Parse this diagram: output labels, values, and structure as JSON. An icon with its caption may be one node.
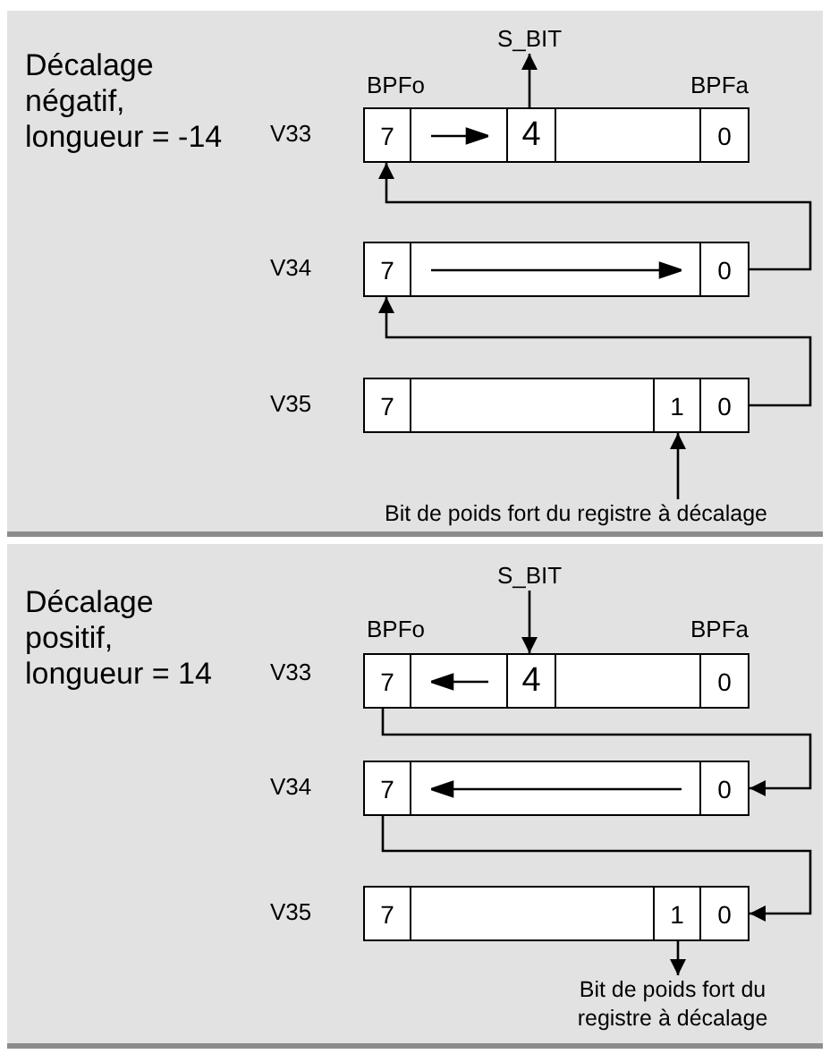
{
  "diagram": {
    "nodes": [
      {
        "text": [
          "Décalage négatif, longueur = -14"
        ]
      },
      {
        "text": [
          "S_BIT"
        ],
        "in": 0
      },
      {
        "text": [
          "7",
          "4",
          "0"
        ],
        "beside": [
          "V33"
        ],
        "in": 0
      },
      {
        "text": [
          "7",
          "0"
        ],
        "beside": [
          "V34"
        ],
        "in": 0
      },
      {
        "text": [
          "7",
          "1",
          "0"
        ],
        "beside": [
          "V35"
        ],
        "in": 0
      },
      {
        "text": [
          "Bit de poids fort du registre à décalage"
        ],
        "in": 0
      },
      {
        "text": [
          "Décalage positif, longueur = 14"
        ]
      },
      {
        "text": [
          "S_BIT"
        ],
        "in": 6
      },
      {
        "text": [
          "7",
          "4",
          "0"
        ],
        "beside": [
          "V33"
        ],
        "in": 6
      },
      {
        "text": [
          "7",
          "0"
        ],
        "beside": [
          "V34"
        ],
        "in": 6
      },
      {
        "text": [
          "7",
          "1",
          "0"
        ],
        "beside": [
          "V35"
        ],
        "in": 6
      },
      {
        "text": [
          "Bit de poids fort du registre à décalage"
        ],
        "in": 6
      }
    ],
    "edges": [
      {
        "from": 2,
        "to": 1,
        "arrow": "to"
      },
      {
        "from": 3,
        "to": 2,
        "arrow": "to"
      },
      {
        "from": 4,
        "to": 3,
        "arrow": "to"
      },
      {
        "from": 5,
        "to": 4,
        "arrow": "to"
      },
      {
        "from": 7,
        "to": 8,
        "arrow": "to"
      },
      {
        "from": 8,
        "to": 9,
        "arrow": "to"
      },
      {
        "from": 9,
        "to": 10,
        "arrow": "to"
      },
      {
        "from": 10,
        "to": 11,
        "arrow": "to"
      }
    ],
    "labels": [
      "BPFo",
      "BPFa",
      "BPFo",
      "BPFa"
    ]
  }
}
